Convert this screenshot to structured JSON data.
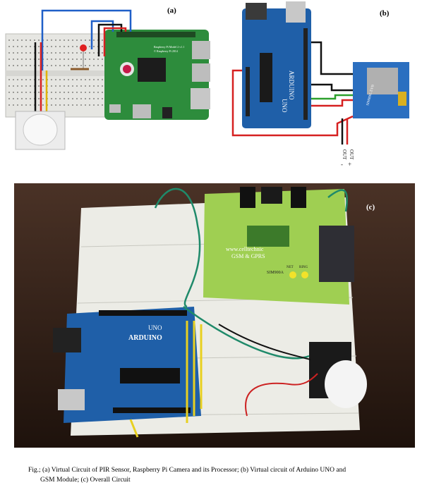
{
  "panels": {
    "a": {
      "label": "(a)",
      "pi_board_text": [
        "Raspberry Pi Model 2 v1.1",
        "© Raspberry Pi 2014"
      ]
    },
    "b": {
      "label": "(b)",
      "arduino_text": [
        "ARDUINO",
        "UNO"
      ],
      "gsm_text": "SIM800L EVB",
      "terminal_labels": [
        "OUT",
        "OUT",
        "-",
        "+"
      ]
    },
    "c": {
      "label": "(c)",
      "gsm_board_text": [
        "www.celltechnic",
        "GSM & GPRS"
      ],
      "gsm_small_text": "SIM900A",
      "led_labels": [
        "NET",
        "RING"
      ],
      "arduino_text": [
        "ARDUINO",
        "UNO"
      ]
    }
  },
  "caption": {
    "line1": "Fig.; (a) Virtual Circuit of PIR Sensor, Raspberry Pi Camera and its Processor; (b) Virtual circuit of Arduino UNO and",
    "line2": "GSM Module;  (c) Overall Circuit"
  },
  "colors": {
    "breadboard": "#e8e8e4",
    "pi_green": "#2d8c3c",
    "arduino_blue": "#1f5fa8",
    "gsm_blue": "#2b6fc0",
    "photo_bg": "#2c1a12"
  }
}
